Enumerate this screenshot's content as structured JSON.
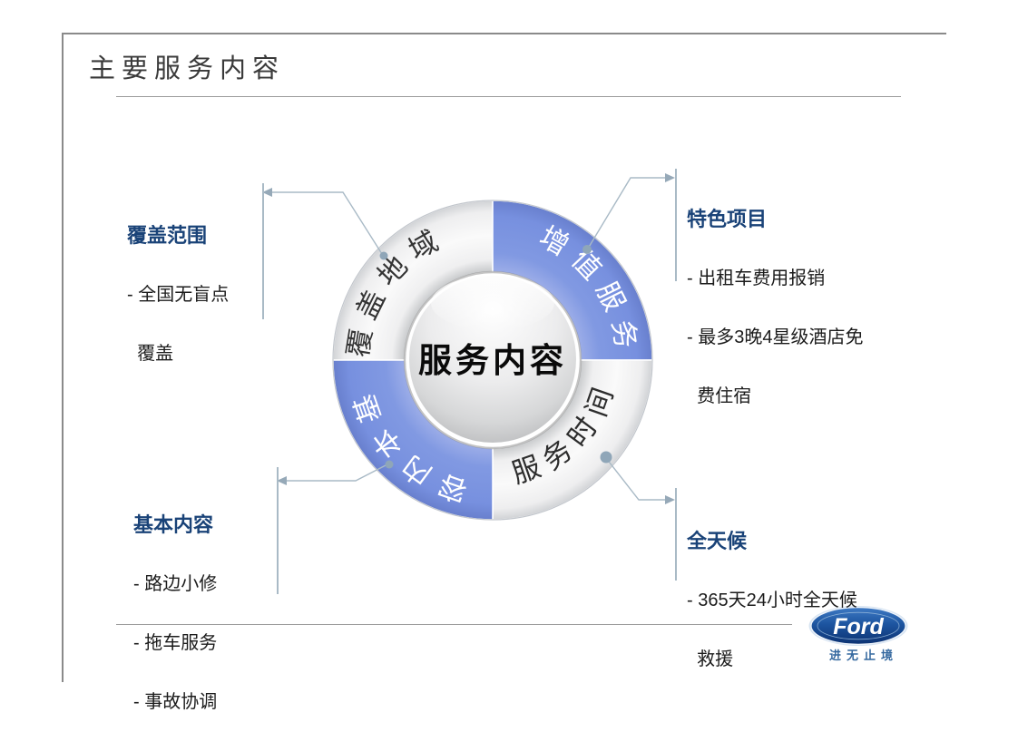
{
  "slide": {
    "title": "主要服务内容"
  },
  "diagram": {
    "center_label": "服务内容",
    "segments": [
      {
        "position": "top-left",
        "label": "覆盖地域",
        "style": "silver"
      },
      {
        "position": "top-right",
        "label": "增值服务",
        "style": "blue"
      },
      {
        "position": "bottom-right",
        "label": "服务时间",
        "style": "silver"
      },
      {
        "position": "bottom-left",
        "label": "基本内容",
        "style": "blue"
      }
    ]
  },
  "callouts": [
    {
      "id": "coverage-range",
      "title": "覆盖范围",
      "lines": [
        "- 全国无盲点",
        "  覆盖"
      ]
    },
    {
      "id": "special-items",
      "title": "特色项目",
      "lines": [
        "- 出租车费用报销",
        "- 最多3晚4星级酒店免",
        "  费住宿"
      ]
    },
    {
      "id": "basic-content",
      "title": "基本内容",
      "lines": [
        "- 路边小修",
        "- 拖车服务",
        "- 事故协调"
      ]
    },
    {
      "id": "all-weather",
      "title": "全天候",
      "lines": [
        "- 365天24小时全天候",
        "  救援"
      ]
    }
  ],
  "footer": {
    "logo_text": "Ford",
    "slogan": "进无止境"
  },
  "colors": {
    "segment_blue": "#7b95df",
    "segment_silver": "#f3f3f3",
    "heading_blue": "#1a4378",
    "connector": "#a9bac6",
    "connector_dot": "#8fa6b8",
    "ford_blue": "#1d55a0",
    "title_gray": "#3a3a3a"
  }
}
